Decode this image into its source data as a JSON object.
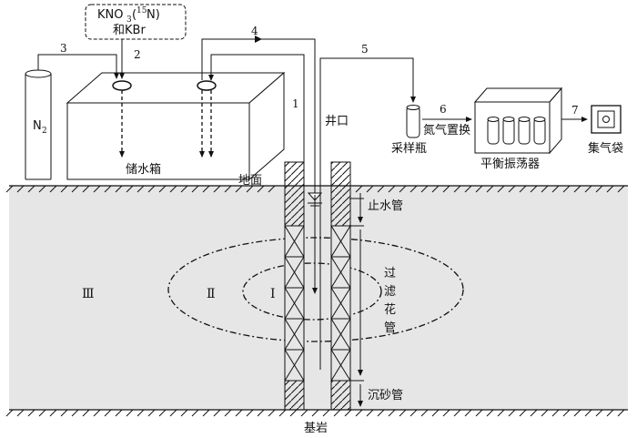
{
  "labels": {
    "kno3_line1": "KNO",
    "kno3_sub": "3",
    "kno3_paren_open": "(",
    "kno3_sup": "15",
    "kno3_n": "N)",
    "kno3_line2": "和KBr",
    "n2": "N",
    "n2_sub": "2",
    "tank": "储水箱",
    "ground": "地面",
    "wellhead": "井口",
    "sampling_bottle": "采样瓶",
    "nitrogen_replace": "氮气置换",
    "shaker": "平衡振荡器",
    "gas_bag": "集气袋",
    "water_stop_pipe": "止水管",
    "filter_pipe_1": "过",
    "filter_pipe_2": "滤",
    "filter_pipe_3": "花",
    "filter_pipe_4": "管",
    "sand_pipe": "沉砂管",
    "bedrock": "基岩"
  },
  "step_numbers": [
    "1",
    "2",
    "3",
    "4",
    "5",
    "6",
    "7"
  ],
  "zones": [
    "Ⅰ",
    "Ⅱ",
    "Ⅲ"
  ],
  "colors": {
    "ground_fill": "#e6e6e6",
    "line": "#111111",
    "background": "#ffffff"
  }
}
